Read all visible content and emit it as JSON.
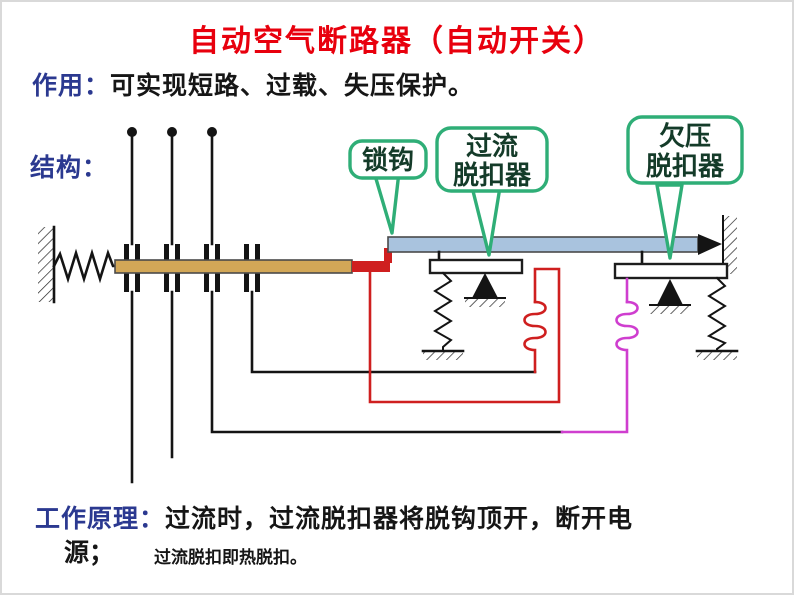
{
  "slide": {
    "title": "自动空气断路器（自动开关）",
    "function": {
      "label": "作用：",
      "text": "可实现短路、过载、失压保护。"
    },
    "structure": {
      "label": "结构："
    },
    "bubbles": {
      "lock_hook": "锁钩",
      "overcurrent_line1": "过流",
      "overcurrent_line2": "脱扣器",
      "undervoltage_line1": "欠压",
      "undervoltage_line2": "脱扣器"
    },
    "principle": {
      "label": "工作原理：",
      "line1": "过流时，过流脱扣器将脱钩顶开，断开电",
      "line2": "源；",
      "note": "过流脱扣即热脱扣。"
    },
    "colors": {
      "title": "#e8000d",
      "heading_blue": "#2b3990",
      "bubble_border": "#2fae77",
      "bubble_text": "#143b29",
      "bar_tan": "#d2a757",
      "bar_blue": "#a9c3de",
      "wire_red": "#cf1f1f",
      "wire_magenta": "#cf3ecf"
    }
  }
}
